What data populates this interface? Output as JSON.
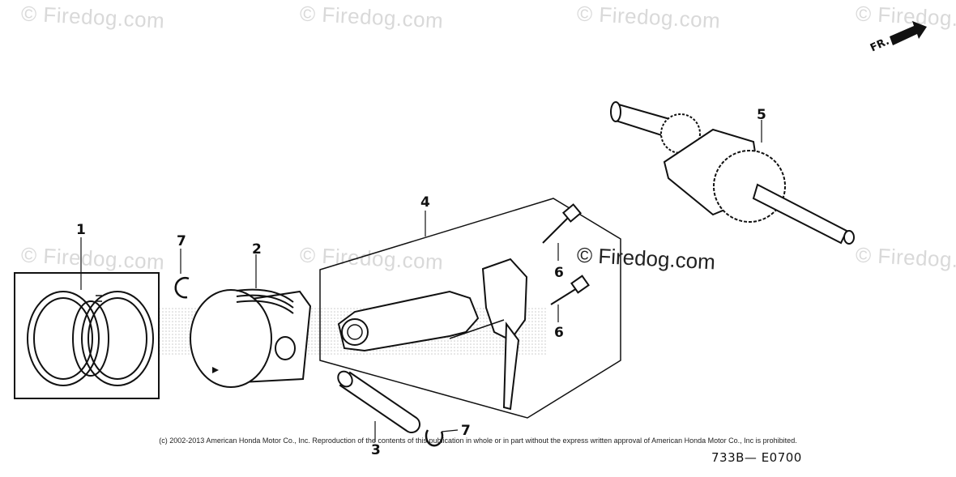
{
  "watermark": {
    "text": "© Firedog.com"
  },
  "direction_marker": {
    "label": "FR."
  },
  "callouts": [
    {
      "id": "piston-ring-set",
      "label": "1"
    },
    {
      "id": "piston-clip-top",
      "label": "7"
    },
    {
      "id": "piston",
      "label": "2"
    },
    {
      "id": "connecting-rod-assembly",
      "label": "4"
    },
    {
      "id": "bolt-upper",
      "label": "6"
    },
    {
      "id": "bolt-lower",
      "label": "6"
    },
    {
      "id": "crankshaft",
      "label": "5"
    },
    {
      "id": "piston-pin",
      "label": "3"
    },
    {
      "id": "piston-clip-bottom",
      "label": "7"
    }
  ],
  "copyright": "(c) 2002-2013 American Honda Motor Co., Inc. Reproduction of the contents of this publication in whole or in part without the express written approval of American Honda Motor Co., Inc is prohibited.",
  "diagram_code": "733B— E0700"
}
